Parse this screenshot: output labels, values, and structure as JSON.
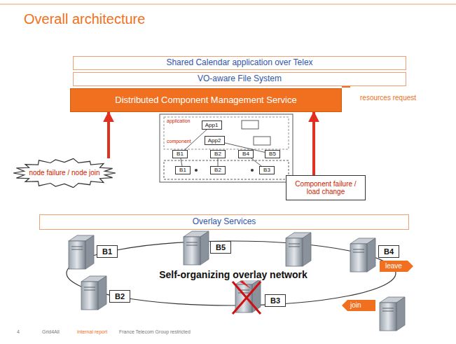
{
  "diagram": {
    "title": "Overall architecture",
    "nodes": [
      {
        "text": [
          "Shared Calendar application over Telex"
        ]
      },
      {
        "text": [
          "VO-aware File System"
        ]
      },
      {
        "text": [
          "Distributed Component Management Service"
        ]
      },
      {
        "text": [
          "App1"
        ]
      },
      {
        "text": [
          "App2"
        ]
      },
      {
        "text": [
          "B1"
        ]
      },
      {
        "text": [
          "B2"
        ]
      },
      {
        "text": [
          "B4"
        ]
      },
      {
        "text": [
          "B5"
        ]
      },
      {
        "text": [
          "B1"
        ]
      },
      {
        "text": [
          "B2"
        ]
      },
      {
        "text": [
          "B3"
        ]
      },
      {
        "text": [
          "node failure / node join"
        ]
      },
      {
        "text": [
          "Component failure / load change"
        ]
      },
      {
        "text": [
          "Overlay Services"
        ]
      },
      {
        "text": [
          "B1"
        ]
      },
      {
        "text": [
          "B5"
        ]
      },
      {
        "text": [
          "B4"
        ]
      },
      {
        "text": [
          "B2"
        ]
      },
      {
        "text": [
          "B3"
        ]
      }
    ],
    "edges": [
      {
        "from": 12,
        "to": 2,
        "arrow": "to"
      },
      {
        "from": 13,
        "to": 2,
        "arrow": "to"
      },
      {
        "from": 3,
        "to": 5,
        "arrow": "none"
      },
      {
        "from": 4,
        "to": 8,
        "arrow": "none"
      },
      {
        "from": 5,
        "to": 9,
        "arrow": "none"
      },
      {
        "from": 6,
        "to": 10,
        "arrow": "none"
      },
      {
        "from": 7,
        "to": 11,
        "arrow": "none"
      }
    ],
    "labels": [
      "resources request",
      "application",
      "component",
      "Self-organizing overlay network",
      "leave",
      "join",
      "4",
      "Grid4All",
      "internal report",
      "France Telecom Group restricted"
    ]
  }
}
